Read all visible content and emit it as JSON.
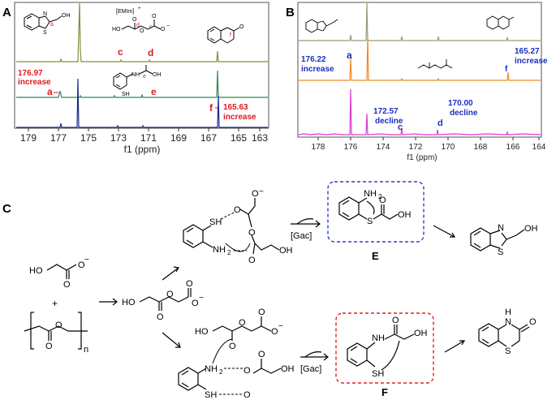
{
  "panels": {
    "a": {
      "letter": "A",
      "axis": {
        "title": "f1 (ppm)",
        "ticks": [
          "179",
          "177",
          "175",
          "173",
          "171",
          "169",
          "167",
          "165",
          "163"
        ]
      },
      "traces": [
        {
          "name": "top",
          "color": "#8c8a3c"
        },
        {
          "name": "middle",
          "color": "#2e8b57"
        },
        {
          "name": "bottom",
          "color": "#1f2a8a"
        }
      ],
      "labels": {
        "c_top": "c",
        "d_top": "d",
        "a_letter": "a",
        "a_value": "176.97",
        "a_word": "increase",
        "e_letter": "e",
        "f_letter": "f",
        "f_value": "165.63",
        "f_word": "increase"
      },
      "structures": {
        "emim": "[EMIm]",
        "emim_charge": "+",
        "anion_charge": "−",
        "atom_o": "O",
        "atom_s": "S",
        "atom_n": "N",
        "oh": "OH",
        "ho": "HO",
        "nh": "NH",
        "sh": "SH",
        "tag_a": "a",
        "tag_c": "c",
        "tag_d": "d",
        "tag_e": "e",
        "tag_f": "f",
        "tag_b": "b"
      }
    },
    "b": {
      "letter": "B",
      "axis": {
        "title": "f1 (ppm)",
        "ticks": [
          "178",
          "176",
          "174",
          "172",
          "170",
          "168",
          "166",
          "164"
        ]
      },
      "traces": [
        {
          "name": "top",
          "color": "#9a9a7a"
        },
        {
          "name": "middle",
          "color": "#f08a24"
        },
        {
          "name": "bottom",
          "color": "#e03ad0"
        }
      ],
      "labels": {
        "a_value": "176.22",
        "a_word": "increase",
        "a_letter": "a",
        "f_value": "165.27",
        "f_word": "increase",
        "f_letter": "f",
        "c_value": "172.57",
        "c_word": "decline",
        "c_letter": "c",
        "d_value": "170.00",
        "d_word": "decline",
        "d_letter": "d"
      }
    },
    "c": {
      "letter": "C",
      "compound_e": "E",
      "compound_f": "F",
      "catalyst": "[Gac]",
      "polymer_n": "n",
      "plus": "+",
      "atoms": {
        "ho": "HO",
        "oh": "OH",
        "o": "O",
        "o_minus": "O",
        "minus": "−",
        "sh": "SH",
        "nh2": "NH",
        "two": "2",
        "s": "S",
        "n": "N",
        "h": "H",
        "nh": "NH"
      }
    }
  },
  "colors": {
    "label_red": "#e0181e",
    "label_blue": "#1a2fc0",
    "box_blue": "#2a3fd0",
    "box_red": "#e02020",
    "frame": "#555555"
  }
}
